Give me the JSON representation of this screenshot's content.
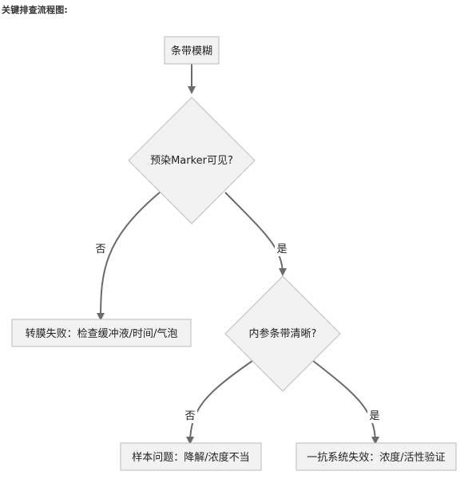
{
  "title": "关键排查流程图:",
  "nodes": {
    "start": "条带模糊",
    "q_marker": "预染Marker可见?",
    "r_transfer": "转膜失败：检查缓冲液/时间/气泡",
    "q_internal": "内参条带清晰?",
    "r_sample": "样本问题：降解/浓度不当",
    "r_antibody": "一抗系统失效：浓度/活性验证"
  },
  "edges": {
    "no_1": "否",
    "yes_1": "是",
    "no_2": "否",
    "yes_2": "是"
  },
  "colors": {
    "node_fill": "#f2f2f2",
    "node_border": "#c4c4c4",
    "edge": "#6b6b6b"
  }
}
